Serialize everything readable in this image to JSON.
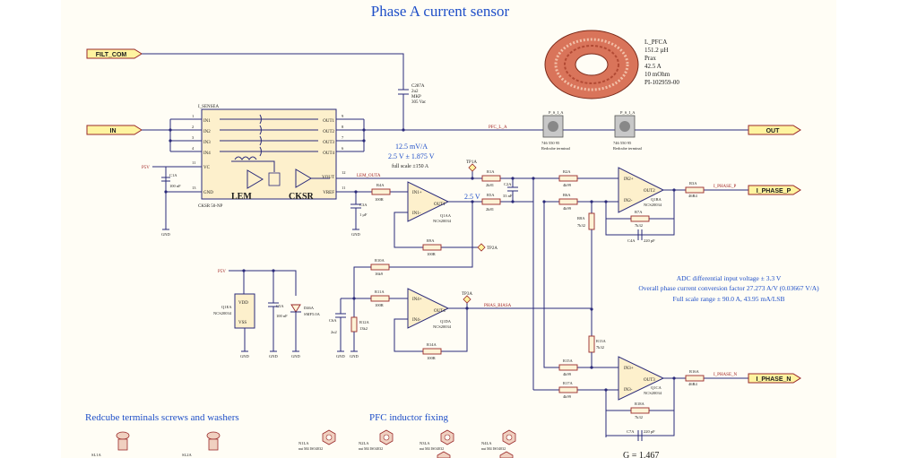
{
  "title": "Phase A current sensor",
  "ports": {
    "filt_com": "FILT_COM",
    "in": "IN",
    "out": "OUT",
    "iphase_p": "I_PHASE_P",
    "iphase_n": "I_PHASE_N"
  },
  "capacitor_c287a": {
    "ref": "C287A",
    "value": "2u2",
    "type": "MKP",
    "voltage": "305 Vac"
  },
  "inductor": {
    "ref": "L_PFCA",
    "value": "151.2 µH",
    "core": "Prax",
    "current": "42.5 A",
    "resistance": "10 mOhm",
    "part": "PI-102959-00"
  },
  "terminals": [
    {
      "ref": "P_S_I_A",
      "part": "746 550 95",
      "desc": "Redcube terminal"
    },
    {
      "ref": "P_S_I_A",
      "part": "746 550 95",
      "desc": "Redcube terminal"
    }
  ],
  "sensor": {
    "ref": "I_SENSEA",
    "part": "CKSR 50-NP",
    "brand_left": "LEM",
    "brand_right": "CKSR",
    "pins_left": [
      "IN1",
      "IN2",
      "IN3",
      "IN4"
    ],
    "pins_left_num": [
      "1",
      "2",
      "3",
      "4"
    ],
    "pins_right": [
      "OUT1",
      "OUT2",
      "OUT3",
      "OUT4"
    ],
    "pins_right_num": [
      "9",
      "8",
      "7",
      "6"
    ],
    "vc": "VC",
    "vc_num": "11",
    "gnd": "GND",
    "gnd_num": "13",
    "vout": "VOUT",
    "vout_num": "12",
    "vref": "VREF",
    "vref_num": "11"
  },
  "nets": {
    "pfc_l_a": "PFC_L_A",
    "lem_outa": "LEM_OUTA",
    "p5v": "P5V",
    "phase_bias": "PHAS_BIASA",
    "gnd": "GND"
  },
  "sensor_specs": [
    "12.5 mV/A",
    "2.5 V ± 1.875 V",
    "full scale ±150 A"
  ],
  "vref_label": "2.5 V",
  "components": {
    "c1a": {
      "ref": "C1A",
      "value": "100 nF"
    },
    "r4a": {
      "ref": "R4A",
      "value": "100R"
    },
    "c3a": {
      "ref": "C3A",
      "value": "1 µF"
    },
    "r1a": {
      "ref": "R1A",
      "value": "2k81"
    },
    "r5a": {
      "ref": "R5A",
      "value": "2k81"
    },
    "c2a": {
      "ref": "C2A",
      "value": "33 nF"
    },
    "r2a": {
      "ref": "R2A",
      "value": "4k99"
    },
    "r6a": {
      "ref": "R6A",
      "value": "4k99"
    },
    "r8a": {
      "ref": "R8A",
      "value": "7k32"
    },
    "r7a": {
      "ref": "R7A",
      "value": "7k32"
    },
    "c4a": {
      "ref": "C4A",
      "value": "220 pF"
    },
    "r3a": {
      "ref": "R3A",
      "value": "46R4"
    },
    "r9a": {
      "ref": "R9A",
      "value": "100R"
    },
    "r10a": {
      "ref": "R10A",
      "value": "16k9"
    },
    "r11a": {
      "ref": "R11A",
      "value": "100R"
    },
    "r12a": {
      "ref": "R12A",
      "value": "13k2"
    },
    "c6a": {
      "ref": "C6A",
      "value": "2u2"
    },
    "r14a": {
      "ref": "R14A",
      "value": "100R"
    },
    "c5a": {
      "ref": "C5A",
      "value": "100 nF"
    },
    "d46a": {
      "ref": "D46A",
      "value": "SMF5.0A"
    },
    "r13a": {
      "ref": "R13A",
      "value": "7k32"
    },
    "r15a": {
      "ref": "R15A",
      "value": "4k99"
    },
    "r17a": {
      "ref": "R17A",
      "value": "4k99"
    },
    "r16a": {
      "ref": "R16A",
      "value": "46R4"
    },
    "r18a": {
      "ref": "R18A",
      "value": "7k32"
    },
    "c7a": {
      "ref": "C7A",
      "value": "220 pF"
    }
  },
  "opamps": [
    {
      "ref": "Q1AA",
      "part": "NCS20034",
      "in_p": "IN1+",
      "in_n": "IN1-",
      "out": "OUT1"
    },
    {
      "ref": "Q1BA",
      "part": "NCS20034",
      "in_p": "IN2+",
      "in_n": "IN2-",
      "out": "OUT2"
    },
    {
      "ref": "Q1DA",
      "part": "NCS20034",
      "in_p": "IN4+",
      "in_n": "IN4-",
      "out": "OUT4"
    },
    {
      "ref": "Q1CA",
      "part": "NCS20034",
      "in_p": "IN3+",
      "in_n": "IN3-",
      "out": "OUT3"
    }
  ],
  "power_block": {
    "ref": "Q1EA",
    "part": "NCS20034",
    "vdd": "VDD",
    "vss": "VSS"
  },
  "testpoints": [
    "TP1A",
    "TP2A",
    "TP3A"
  ],
  "adc_notes": [
    "ADC differential input voltage ± 3.3 V",
    "Overall phase current conversion factor 27.273 A/V (0.03667 V/A)",
    "Full scale range ± 90.0 A, 43.95 mA/LSB"
  ],
  "sections": {
    "screws": "Redcube terminals screws and washers",
    "inductor_fixing": "PFC inductor fixing",
    "gain": "G = 1.467"
  },
  "hardware": [
    {
      "ref": "SL1A",
      "desc": ""
    },
    {
      "ref": "SL2A",
      "desc": ""
    },
    {
      "ref": "N1LA",
      "desc": "nut M4 ISO4032"
    },
    {
      "ref": "N2LA",
      "desc": "nut M4 ISO4032"
    },
    {
      "ref": "N3LA",
      "desc": "nut M4 ISO4032"
    },
    {
      "ref": "N4LA",
      "desc": "nut M4 ISO4032"
    }
  ],
  "colors": {
    "wire": "#2a2a7a",
    "component": "#9a2a2a",
    "title": "#1f4fc8",
    "port_fill": "#fff4a0",
    "sheet": "#fffdf5"
  }
}
